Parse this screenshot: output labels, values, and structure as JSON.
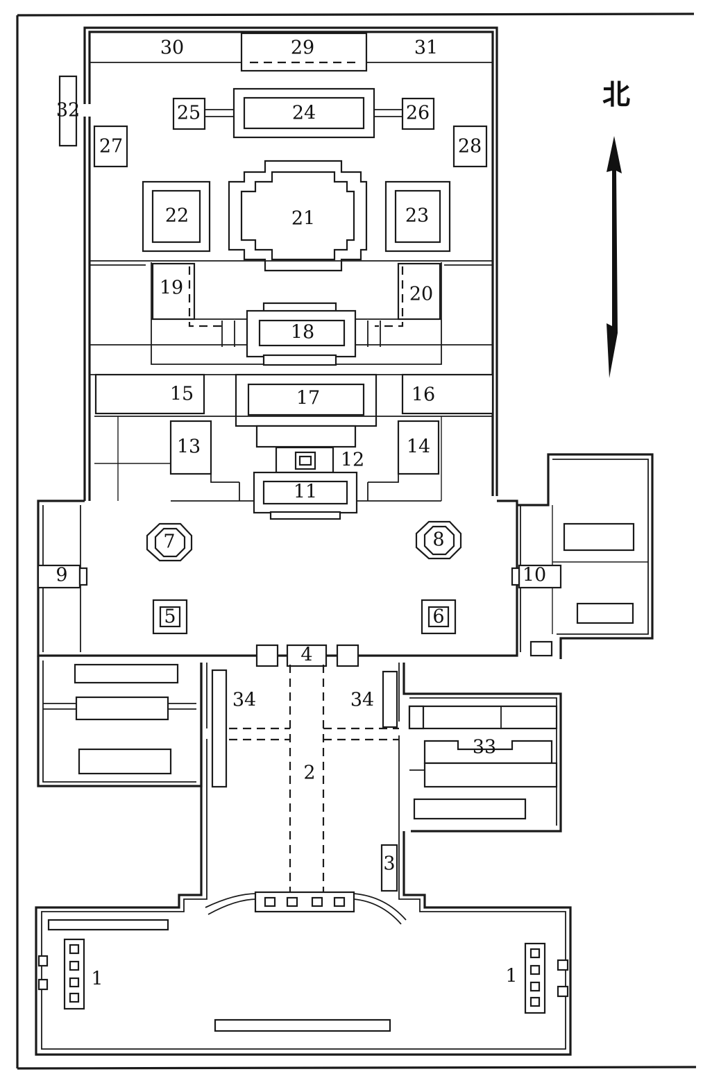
{
  "north_label": "北",
  "labels": {
    "l1a": "1",
    "l1b": "1",
    "l2": "2",
    "l3": "3",
    "l4": "4",
    "l5": "5",
    "l6": "6",
    "l7": "7",
    "l8": "8",
    "l9": "9",
    "l10": "10",
    "l11": "11",
    "l12": "12",
    "l13": "13",
    "l14": "14",
    "l15": "15",
    "l16": "16",
    "l17": "17",
    "l18": "18",
    "l19": "19",
    "l20": "20",
    "l21": "21",
    "l22": "22",
    "l23": "23",
    "l24": "24",
    "l25": "25",
    "l26": "26",
    "l27": "27",
    "l28": "28",
    "l29": "29",
    "l30": "30",
    "l31": "31",
    "l32": "32",
    "l33": "33",
    "l34a": "34",
    "l34b": "34"
  }
}
